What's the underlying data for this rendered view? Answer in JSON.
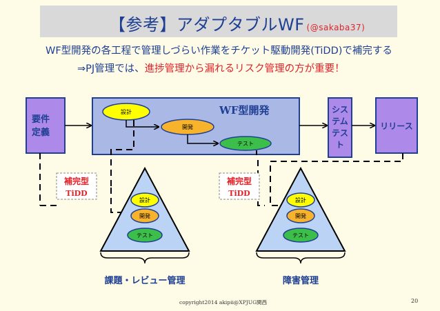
{
  "title": {
    "main": "【参考】アダプタブルWF",
    "credit": "(@sakaba37)"
  },
  "subtitle": {
    "line1": "WF型開発の各工程で管理しづらい作業をチケット駆動開発(TiDD)で補完する",
    "line2_prefix": "⇒PJ管理では、",
    "line2_emphasis": "進捗管理から漏れるリスク管理の方が重要！"
  },
  "diagram": {
    "requirements": "要件\n定義",
    "wf_label": "WF型開発",
    "phases": {
      "design": "設計",
      "develop": "開発",
      "test": "テスト"
    },
    "system_test": "シス\nテム\nテス\nト",
    "release": "リリース",
    "complement_left": {
      "title": "補完型",
      "sub": "TiDD"
    },
    "complement_right": {
      "title": "補完型",
      "sub": "TiDD"
    },
    "pyramid_left": {
      "design": "設計",
      "develop": "開発",
      "test": "テスト",
      "label": "課題・レビュー管理"
    },
    "pyramid_right": {
      "design": "設計",
      "develop": "開発",
      "test": "テスト",
      "label": "障害管理"
    }
  },
  "colors": {
    "navy": "#1f3f93",
    "red": "#e0222a",
    "wf_box": "#aab8e6",
    "side_box": "#ad89e9",
    "ellipse_yellow": "#ffff00",
    "ellipse_orange": "#f7b32b",
    "ellipse_green": "#3cbf4a",
    "pyramid_fill": "#bbd3f5"
  },
  "footer": {
    "copyright": "copyright2014 akipii@XPJUG関西",
    "page": "20"
  }
}
